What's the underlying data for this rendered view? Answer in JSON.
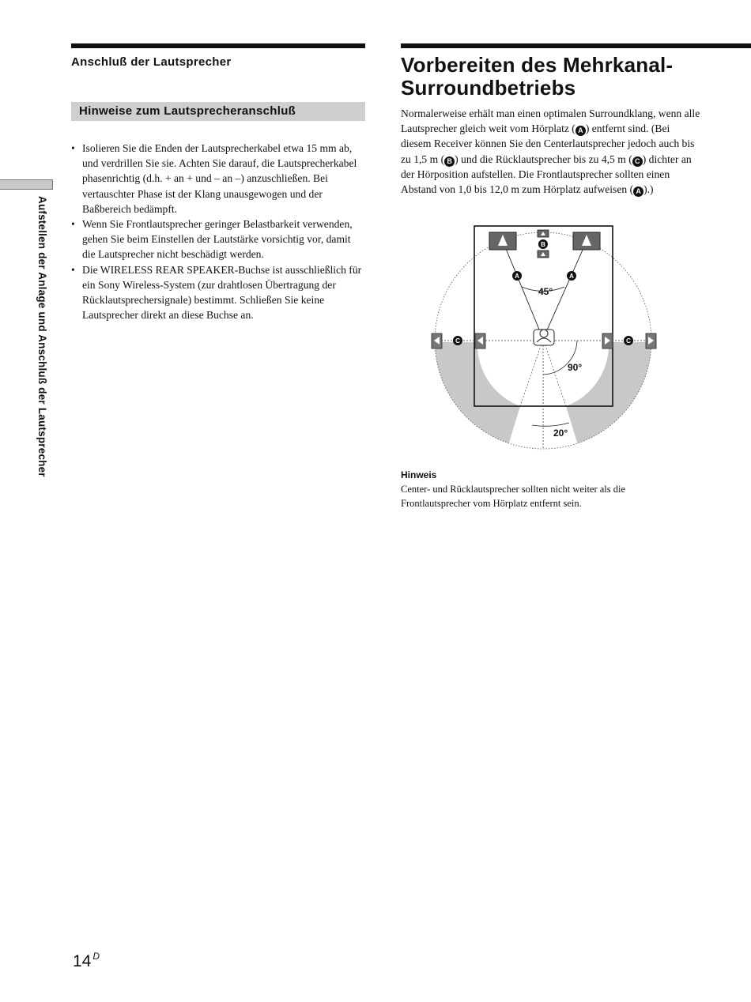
{
  "sidebar": {
    "label": "Aufstellen der Anlage und Anschluß der Lautsprecher"
  },
  "left": {
    "section_title": "Anschluß der Lautsprecher",
    "subheading": "Hinweise zum Lautsprecheranschluß",
    "bullets": [
      "Isolieren Sie die Enden der Lautsprecherkabel etwa 15 mm ab, und verdrillen Sie sie. Achten Sie darauf, die Lautsprecherkabel phasenrichtig (d.h. + an + und – an –) anzuschließen. Bei vertauschter Phase ist der Klang unausgewogen und der Baßbereich bedämpft.",
      "Wenn Sie Frontlautsprecher geringer Belastbarkeit verwenden, gehen Sie beim Einstellen der Lautstärke vorsichtig vor, damit die Lautsprecher nicht beschädigt werden.",
      "Die WIRELESS REAR SPEAKER-Buchse ist ausschließlich für ein Sony Wireless-System (zur drahtlosen Übertragung der Rücklautsprechersignale) bestimmt. Schließen Sie keine Lautsprecher direkt an diese Buchse an."
    ]
  },
  "right": {
    "title_line1": "Vorbereiten des Mehrkanal-",
    "title_line2": "Surroundbetriebs",
    "intro": {
      "p1": "Normalerweise erhält man einen optimalen Surroundklang, wenn alle Lautsprecher gleich weit vom Hörplatz (",
      "p2": ") entfernt sind. (Bei diesem Receiver können Sie den Centerlautsprecher jedoch auch bis zu 1,5 m (",
      "p3": ") und die Rücklautsprecher bis zu 4,5 m (",
      "p4": ") dichter an der Hörposition aufstellen. Die Frontlautsprecher sollten einen Abstand von 1,0 bis 12,0 m zum Hörplatz aufweisen (",
      "p5": ").)"
    },
    "badges": {
      "a": "A",
      "b": "B",
      "c": "C"
    },
    "diagram": {
      "angle_front": "45°",
      "angle_side": "90°",
      "angle_rear": "20°"
    },
    "note_title": "Hinweis",
    "note_text": "Center- und Rücklautsprecher sollten nicht weiter als die Frontlautsprecher vom Hörplatz entfernt sein."
  },
  "page": {
    "number": "14",
    "suffix": "D"
  }
}
